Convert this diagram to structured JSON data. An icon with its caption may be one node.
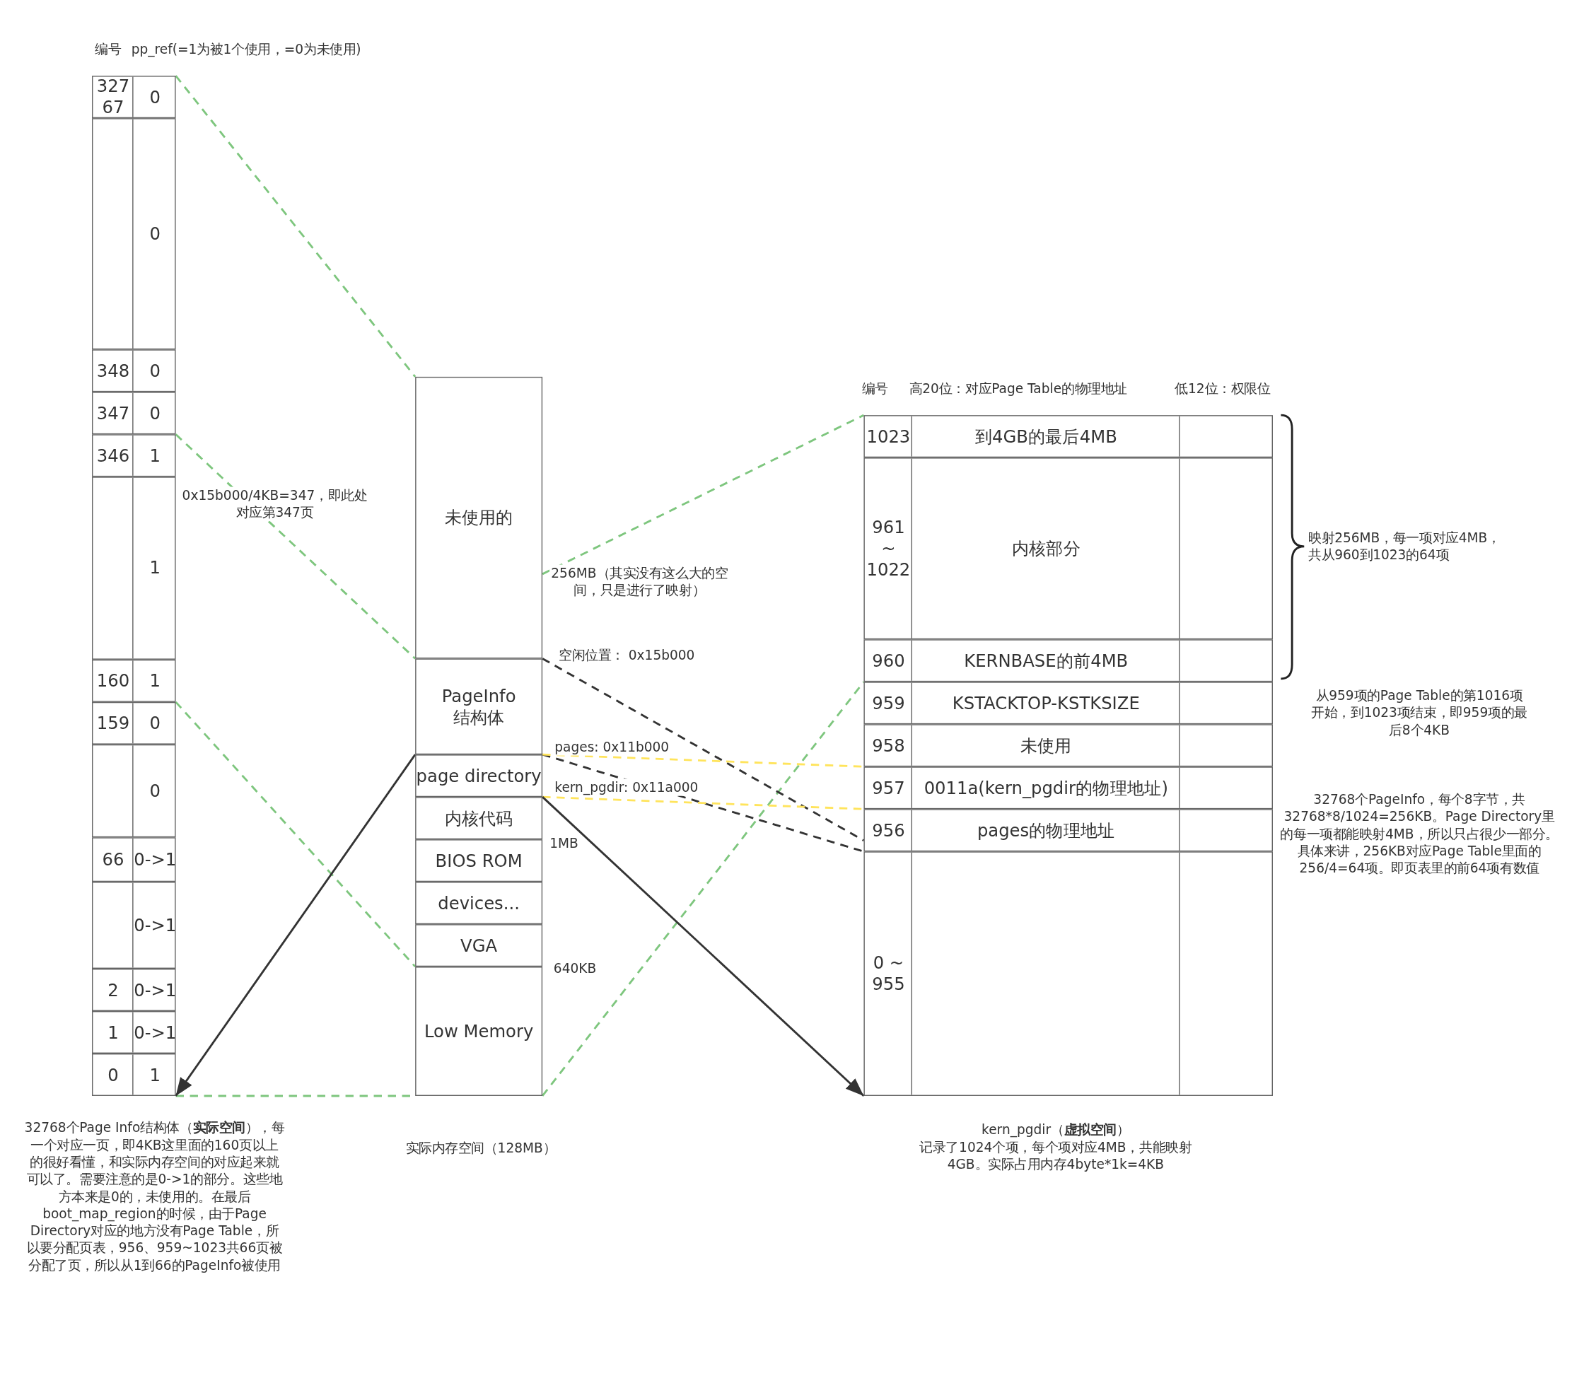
{
  "diagram": {
    "nodes": [
      {
        "text": [
          "32767",
          "0"
        ]
      },
      {
        "text": [
          "0"
        ]
      },
      {
        "text": [
          "348",
          "0"
        ]
      },
      {
        "text": [
          "347",
          "0"
        ]
      },
      {
        "text": [
          "346",
          "1"
        ]
      },
      {
        "text": [
          "1"
        ]
      },
      {
        "text": [
          "160",
          "1"
        ]
      },
      {
        "text": [
          "159",
          "0"
        ]
      },
      {
        "text": [
          "0"
        ]
      },
      {
        "text": [
          "66",
          "0->1"
        ]
      },
      {
        "text": [
          "0->1"
        ]
      },
      {
        "text": [
          "2",
          "0->1"
        ]
      },
      {
        "text": [
          "1",
          "0->1"
        ]
      },
      {
        "text": [
          "0",
          "1"
        ]
      },
      {
        "text": [
          "未使用的"
        ]
      },
      {
        "text": [
          "PageInfo 结构体"
        ]
      },
      {
        "text": [
          "page directory"
        ]
      },
      {
        "text": [
          "内核代码"
        ]
      },
      {
        "text": [
          "BIOS ROM"
        ]
      },
      {
        "text": [
          "devices..."
        ]
      },
      {
        "text": [
          "VGA"
        ]
      },
      {
        "text": [
          "Low Memory"
        ]
      },
      {
        "text": [
          "1023",
          "到4GB的最后4MB"
        ]
      },
      {
        "text": [
          "961 ~ 1022",
          "内核部分"
        ]
      },
      {
        "text": [
          "960",
          "KERNBASE的前4MB"
        ]
      },
      {
        "text": [
          "959",
          "KSTACKTOP-KSTKSIZE"
        ]
      },
      {
        "text": [
          "958",
          "未使用"
        ]
      },
      {
        "text": [
          "957",
          "0011a(kern_pgdir的物理地址)"
        ]
      },
      {
        "text": [
          "956",
          "pages的物理地址"
        ]
      },
      {
        "text": [
          "0 ~ 955"
        ]
      }
    ],
    "edges": [
      {
        "from": 0,
        "to": 14,
        "arrow": "none",
        "style": "dashed"
      },
      {
        "from": 4,
        "to": 15,
        "arrow": "none",
        "style": "dashed"
      },
      {
        "from": 7,
        "to": 21,
        "arrow": "none",
        "style": "dashed"
      },
      {
        "from": 13,
        "to": 21,
        "arrow": "none",
        "style": "dashed"
      },
      {
        "from": 14,
        "to": 22,
        "arrow": "none",
        "style": "dashed"
      },
      {
        "from": 21,
        "to": 24,
        "arrow": "none",
        "style": "dashed"
      },
      {
        "from": 15,
        "to": 28,
        "arrow": "none",
        "style": "dashed",
        "color": "#333333",
        "label": "空闲位置：  0x15b000"
      },
      {
        "from": 15,
        "to": 28,
        "arrow": "none",
        "style": "dashed",
        "color": "#333333"
      },
      {
        "from": 15,
        "to": 27,
        "arrow": "none",
        "style": "dashed",
        "color": "#ffe45c",
        "label": "pages: 0x11b000"
      },
      {
        "from": 16,
        "to": 28,
        "arrow": "none",
        "style": "dashed",
        "color": "#ffe45c",
        "label": "kern_pgdir: 0x11a000"
      },
      {
        "from": 16,
        "to": 13,
        "arrow": "to",
        "color": "#333333"
      },
      {
        "from": 16,
        "to": 29,
        "arrow": "to",
        "color": "#333333"
      }
    ],
    "labels": [
      "编号",
      "pp_ref(=1为被1个使用，=0为未使用)",
      "0x15b000/4KB=347，即此处对应第347页",
      "256MB（其实没有这么大的空间，只是进行了映射）",
      "1MB",
      "640KB",
      "编号",
      "高20位：对应Page Table的物理地址",
      "低12位：权限位",
      "映射256MB，每一项对应4MB，共从960到1023的64项",
      "从959项的Page Table的第1016项开始，到1023项结束，即959项的最后8个4KB",
      "32768个PageInfo，每个8字节，共32768*8/1024=256KB。Page Directory里的每一项都能映射4MB，所以只占很少一部分。具体来讲，256KB对应Page Table里面的256/4=64项。即页表里的前64项有数值",
      "32768个Page Info结构体（**实际空间**），每一个对应一页，即4KB这里面的160页以上的很好看懂，和实际内存空间的对应起来就可以了。需要注意的是0->1的部分。这些地方本来是0的，未使用的。在最后boot_map_region的时候，由于Page Directory对应的地方没有Page Table，所以要分配页表，956、959~1023共66页被分配了页，所以从1到66的PageInfo被使用",
      "实际内存空间（128MB）",
      "kern_pgdir（**虚拟空间**）",
      "记录了1024个项，每个项对应4MB，共能映射4GB。实际占用内存4byte*1k=4KB"
    ]
  }
}
